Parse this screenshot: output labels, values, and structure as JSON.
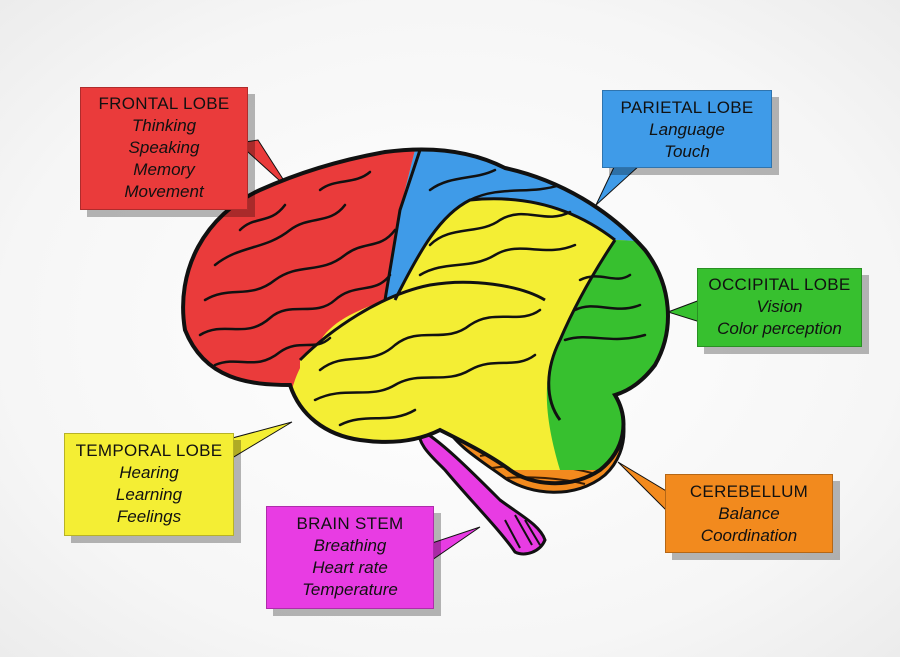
{
  "colors": {
    "frontal": "#ea3b3b",
    "parietal": "#3f9be8",
    "occipital": "#37c02f",
    "temporal": "#f4ee34",
    "brainstem": "#e83ce3",
    "cerebellum": "#f28a1e",
    "outline": "#111111"
  },
  "labels": {
    "frontal": {
      "title": "FRONTAL LOBE",
      "functions": [
        "Thinking",
        "Speaking",
        "Memory",
        "Movement"
      ]
    },
    "parietal": {
      "title": "PARIETAL LOBE",
      "functions": [
        "Language",
        "Touch"
      ]
    },
    "occipital": {
      "title": "OCCIPITAL LOBE",
      "functions": [
        "Vision",
        "Color perception"
      ]
    },
    "temporal": {
      "title": "TEMPORAL LOBE",
      "functions": [
        "Hearing",
        "Learning",
        "Feelings"
      ]
    },
    "brainstem": {
      "title": "BRAIN STEM",
      "functions": [
        "Breathing",
        "Heart rate",
        "Temperature"
      ]
    },
    "cerebellum": {
      "title": "CEREBELLUM",
      "functions": [
        "Balance",
        "Coordination"
      ]
    }
  }
}
